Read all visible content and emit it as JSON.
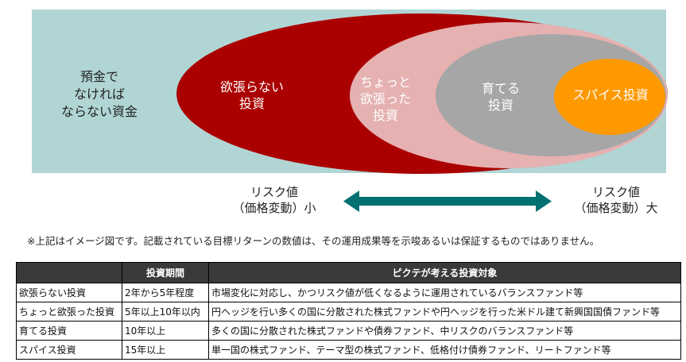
{
  "diagram": {
    "left_label": "預金で\nなければ\nならない資金",
    "ellipses": [
      {
        "label": "欲張らない\n投資",
        "color": "#ab0000"
      },
      {
        "label": "ちょっと\n欲張った\n投資",
        "color": "#e5b1b1"
      },
      {
        "label": "育てる\n投資",
        "color": "#a6a6a6"
      },
      {
        "label": "スパイス投資",
        "color": "#ff9900"
      }
    ],
    "background_color": "#b1d5d5",
    "risk_low": "リスク値\n（価格変動）小",
    "risk_high": "リスク値\n（価格変動）大",
    "arrow_color": "#007070"
  },
  "note": "※上記はイメージ図です。記載されている目標リターンの数値は、その運用成果等を示唆あるいは保証するものではありません。",
  "table": {
    "headers": [
      "",
      "投資期間",
      "ピクテが考える投資対象"
    ],
    "rows": [
      [
        "欲張らない投資",
        "2年から5年程度",
        "市場変化に対応し、かつリスク値が低くなるように運用されているバランスファンド等"
      ],
      [
        "ちょっと欲張った投資",
        "5年以上10年以内",
        "円ヘッジを行い多くの国に分散された株式ファンドや円ヘッジを行った米ドル建て新興国国債ファンド等"
      ],
      [
        "育てる投資",
        "10年以上",
        "多くの国に分散された株式ファンドや債券ファンド、中リスクのバランスファンド等"
      ],
      [
        "スパイス投資",
        "15年以上",
        "単一国の株式ファンド、テーマ型の株式ファンド、低格付け債券ファンド、リートファンド等"
      ]
    ]
  }
}
